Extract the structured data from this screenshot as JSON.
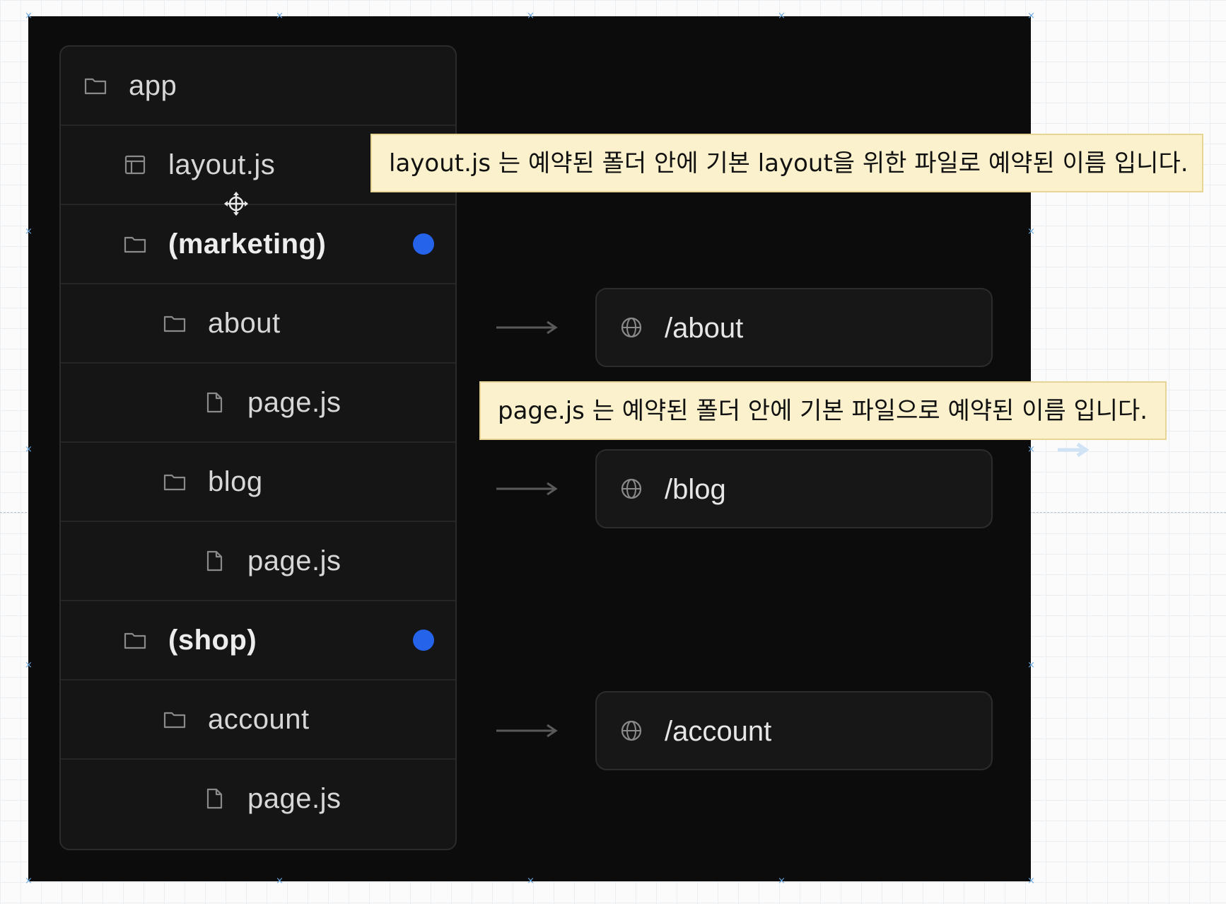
{
  "tree": {
    "rows": [
      {
        "label": "app",
        "icon": "folder-icon"
      },
      {
        "label": "layout.js",
        "icon": "layout-icon"
      },
      {
        "label": "(marketing)",
        "icon": "folder-icon",
        "badge_color": "#2563eb"
      },
      {
        "label": "about",
        "icon": "folder-icon"
      },
      {
        "label": "page.js",
        "icon": "file-icon"
      },
      {
        "label": "blog",
        "icon": "folder-icon"
      },
      {
        "label": "page.js",
        "icon": "file-icon"
      },
      {
        "label": "(shop)",
        "icon": "folder-icon",
        "badge_color": "#2563eb"
      },
      {
        "label": "account",
        "icon": "folder-icon"
      },
      {
        "label": "page.js",
        "icon": "file-icon"
      }
    ]
  },
  "routes": [
    {
      "label": "/about",
      "icon": "globe-icon"
    },
    {
      "label": "/blog",
      "icon": "globe-icon"
    },
    {
      "label": "/account",
      "icon": "globe-icon"
    }
  ],
  "notes": {
    "layout": "layout.js 는 예약된 폴더 안에 기본 layout을 위한 파일로 예약된 이름 입니다.",
    "page": "page.js 는 예약된 폴더 안에 기본 파일으로 예약된 이름 입니다."
  },
  "colors": {
    "frame_background": "#0c0c0c",
    "panel_background": "#151515",
    "badge": "#2563eb",
    "note_background": "#fbf1cc"
  }
}
